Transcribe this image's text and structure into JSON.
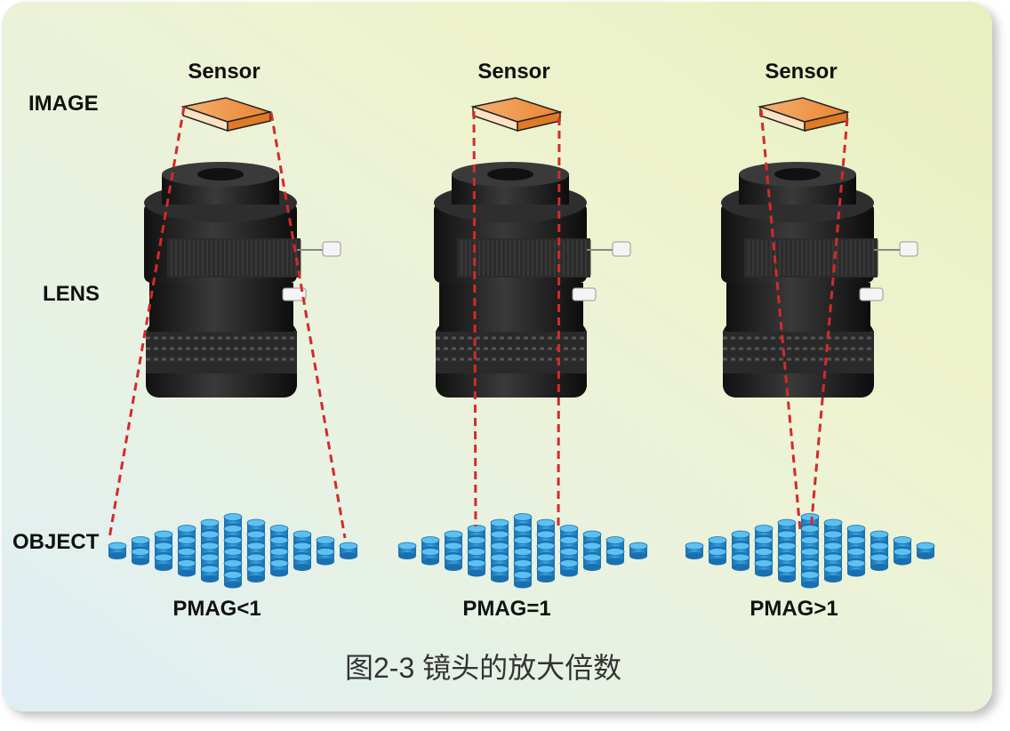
{
  "row_labels": {
    "image": "IMAGE",
    "lens": "LENS",
    "object": "OBJECT"
  },
  "panels": [
    {
      "sensor_label": "Sensor",
      "magnification_label": "PMAG<1"
    },
    {
      "sensor_label": "Sensor",
      "magnification_label": "PMAG=1"
    },
    {
      "sensor_label": "Sensor",
      "magnification_label": "PMAG>1"
    }
  ],
  "caption": "图2-3 镜头的放大倍数",
  "object_column_heights": [
    1,
    2,
    3,
    4,
    5,
    6,
    5,
    4,
    3,
    2,
    1
  ],
  "colors": {
    "ray": "#d42a2a",
    "sensor": "#f09a4a",
    "cylinder": "#2a8fd0",
    "lens": "#1e1e1e"
  }
}
